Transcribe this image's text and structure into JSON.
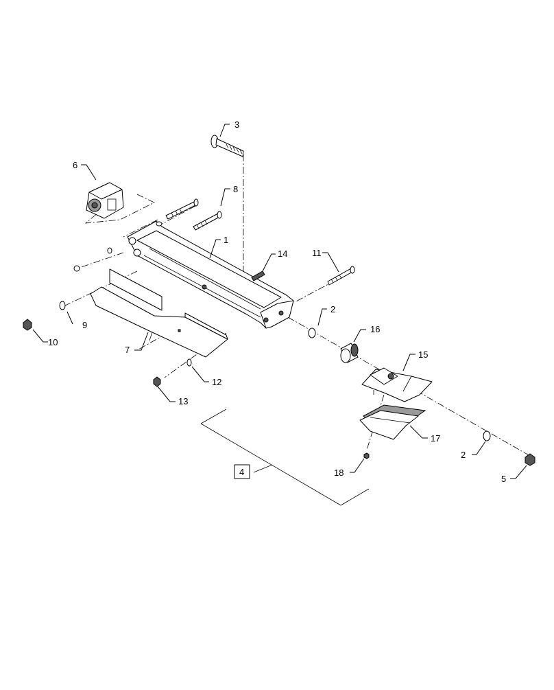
{
  "callouts": {
    "c1": "1",
    "c2a": "2",
    "c2b": "2",
    "c3": "3",
    "c4": "4",
    "c5": "5",
    "c6": "6",
    "c7": "7",
    "c8": "8",
    "c9": "9",
    "c10": "10",
    "c11": "11",
    "c12": "12",
    "c13": "13",
    "c14": "14",
    "c15": "15",
    "c16": "16",
    "c17": "17",
    "c18": "18"
  }
}
